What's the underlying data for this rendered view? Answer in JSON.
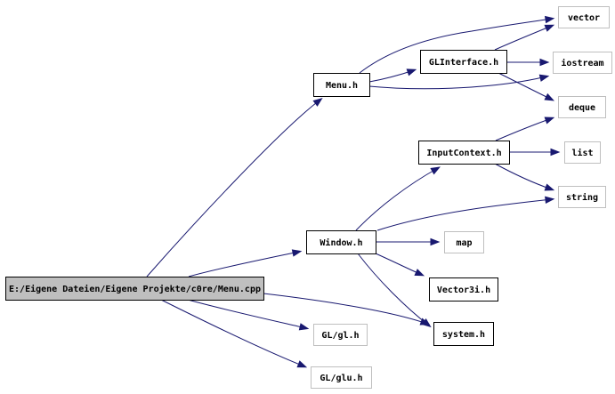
{
  "colors": {
    "edge": "#191970",
    "root_fill": "#bfbfbf",
    "documented_border": "#000000",
    "external_border": "#bfbfbf",
    "background": "#ffffff"
  },
  "nodes": [
    {
      "id": "menu_cpp",
      "label": "E:/Eigene Dateien/Eigene Projekte/c0re/Menu.cpp",
      "kind": "root"
    },
    {
      "id": "menu_h",
      "label": "Menu.h",
      "kind": "documented"
    },
    {
      "id": "glinterface_h",
      "label": "GLInterface.h",
      "kind": "documented"
    },
    {
      "id": "vector",
      "label": "vector",
      "kind": "external"
    },
    {
      "id": "iostream",
      "label": "iostream",
      "kind": "external"
    },
    {
      "id": "deque",
      "label": "deque",
      "kind": "external"
    },
    {
      "id": "inputcontext_h",
      "label": "InputContext.h",
      "kind": "documented"
    },
    {
      "id": "list",
      "label": "list",
      "kind": "external"
    },
    {
      "id": "string",
      "label": "string",
      "kind": "external"
    },
    {
      "id": "window_h",
      "label": "Window.h",
      "kind": "documented"
    },
    {
      "id": "map",
      "label": "map",
      "kind": "external"
    },
    {
      "id": "vector3i_h",
      "label": "Vector3i.h",
      "kind": "documented"
    },
    {
      "id": "system_h",
      "label": "system.h",
      "kind": "documented"
    },
    {
      "id": "gl_gl_h",
      "label": "GL/gl.h",
      "kind": "external"
    },
    {
      "id": "gl_glu_h",
      "label": "GL/glu.h",
      "kind": "external"
    }
  ],
  "edges": [
    {
      "from": "menu_cpp",
      "to": "menu_h"
    },
    {
      "from": "menu_cpp",
      "to": "window_h"
    },
    {
      "from": "menu_cpp",
      "to": "system_h"
    },
    {
      "from": "menu_cpp",
      "to": "gl_gl_h"
    },
    {
      "from": "menu_cpp",
      "to": "gl_glu_h"
    },
    {
      "from": "menu_h",
      "to": "vector"
    },
    {
      "from": "menu_h",
      "to": "glinterface_h"
    },
    {
      "from": "menu_h",
      "to": "iostream"
    },
    {
      "from": "glinterface_h",
      "to": "vector"
    },
    {
      "from": "glinterface_h",
      "to": "iostream"
    },
    {
      "from": "glinterface_h",
      "to": "deque"
    },
    {
      "from": "window_h",
      "to": "inputcontext_h"
    },
    {
      "from": "window_h",
      "to": "string"
    },
    {
      "from": "window_h",
      "to": "map"
    },
    {
      "from": "window_h",
      "to": "vector3i_h"
    },
    {
      "from": "window_h",
      "to": "system_h"
    },
    {
      "from": "inputcontext_h",
      "to": "deque"
    },
    {
      "from": "inputcontext_h",
      "to": "list"
    },
    {
      "from": "inputcontext_h",
      "to": "string"
    }
  ]
}
